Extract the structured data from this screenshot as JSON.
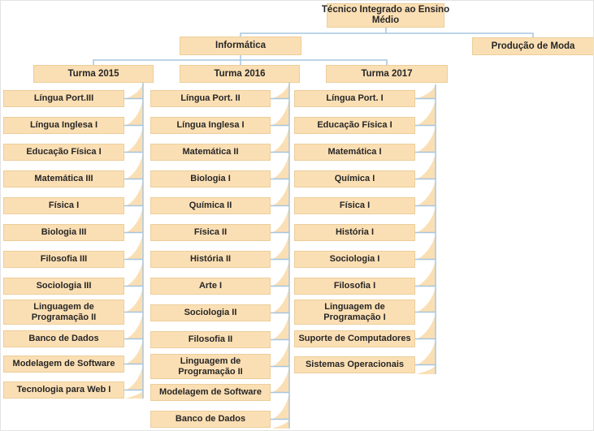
{
  "palette": {
    "node_fill": "#fbdfb4",
    "node_border": "#eccd9a",
    "connector": "#a7c5de",
    "text": "#262626"
  },
  "diagram": {
    "root": {
      "label": "Técnico Integrado ao Ensino Médio",
      "label_lines": [
        "Técnico Integrado ao Ensino",
        "Médio"
      ]
    },
    "branches": [
      {
        "label": "Informática"
      },
      {
        "label": "Produção de Moda"
      }
    ],
    "columns": [
      {
        "header": "Turma 2015",
        "subjects": [
          "Língua Port.III",
          "Língua Inglesa I",
          "Educação Física I",
          "Matemática III",
          "Física I",
          "Biologia III",
          "Filosofia III",
          "Sociologia III",
          "Linguagem de Programação II",
          "Banco de Dados",
          "Modelagem de Software",
          "Tecnologia para Web I"
        ]
      },
      {
        "header": "Turma 2016",
        "subjects": [
          "Língua Port. II",
          "Língua Inglesa I",
          "Matemática II",
          "Biologia I",
          "Química II",
          "Física II",
          "História II",
          "Arte I",
          "Sociologia II",
          "Filosofia II",
          "Linguagem de Programação II",
          "Modelagem de Software",
          "Banco de Dados"
        ]
      },
      {
        "header": "Turma 2017",
        "subjects": [
          "Língua Port. I",
          "Educação Física I",
          "Matemática I",
          "Química I",
          "Física I",
          "História I",
          "Sociologia I",
          "Filosofia I",
          "Linguagem de Programação I",
          "Suporte de Computadores",
          "Sistemas Operacionais"
        ]
      }
    ]
  }
}
